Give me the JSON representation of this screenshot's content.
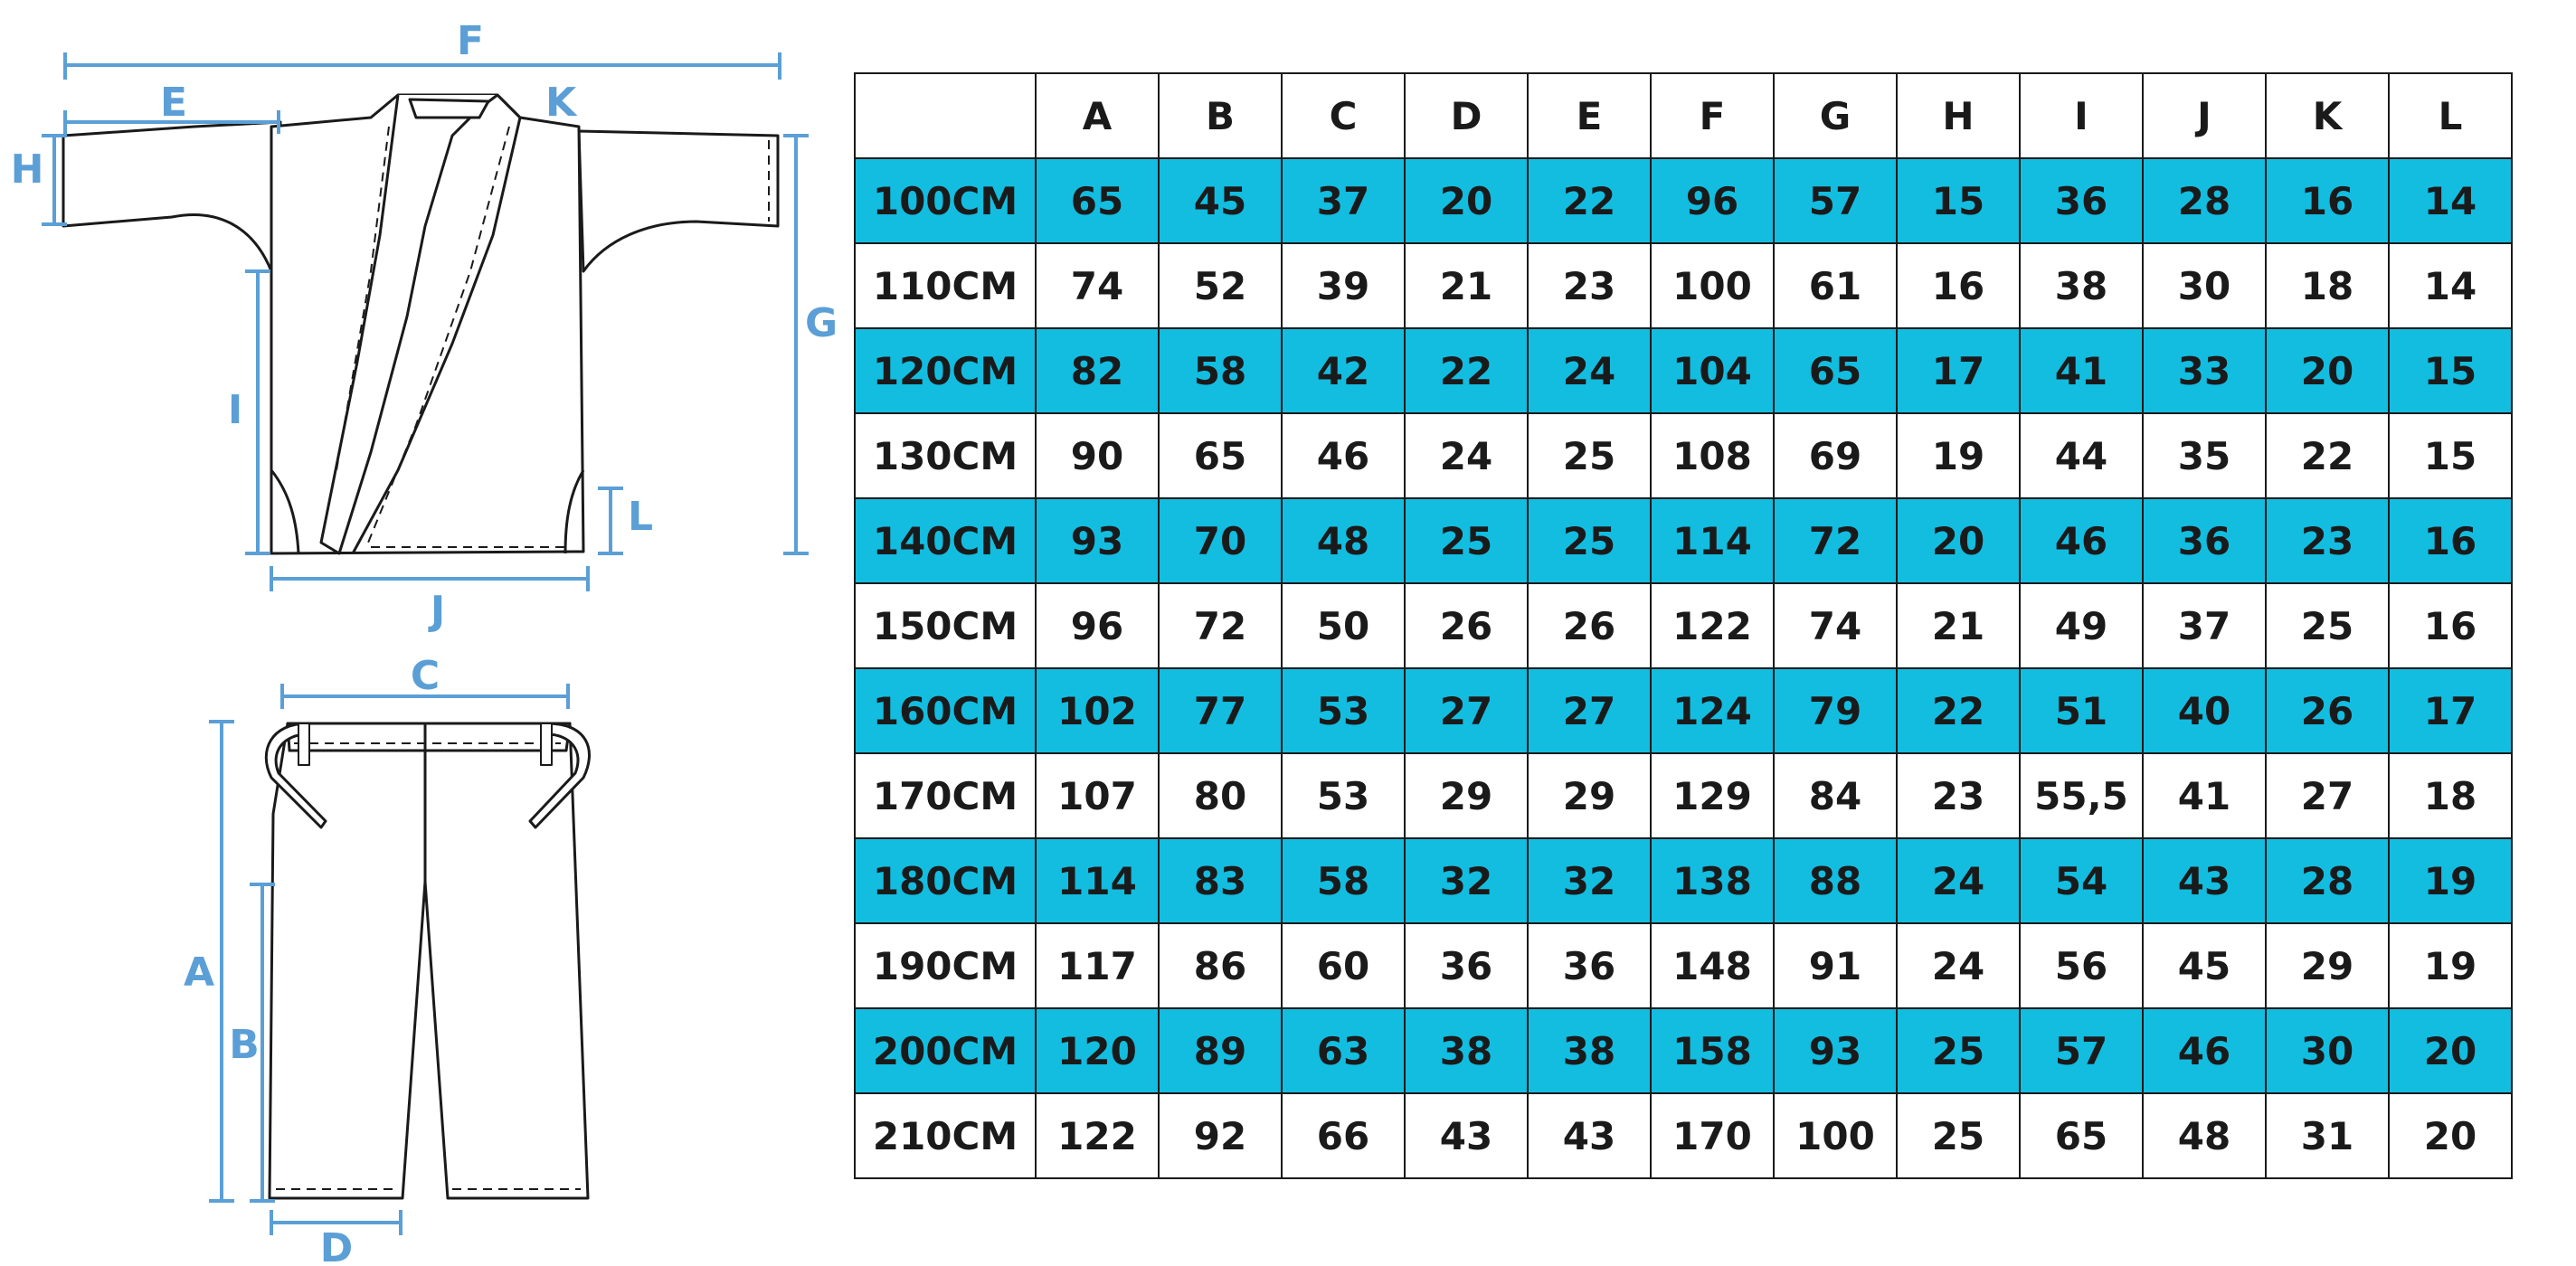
{
  "diagram": {
    "labels": {
      "A": "A",
      "B": "B",
      "C": "C",
      "D": "D",
      "E": "E",
      "F": "F",
      "G": "G",
      "H": "H",
      "I": "I",
      "J": "J",
      "K": "K",
      "L": "L"
    },
    "line_color": "#5b9fd6"
  },
  "table": {
    "headers": [
      "",
      "A",
      "B",
      "C",
      "D",
      "E",
      "F",
      "G",
      "H",
      "I",
      "J",
      "K",
      "L"
    ],
    "rows": [
      [
        "100CM",
        "65",
        "45",
        "37",
        "20",
        "22",
        "96",
        "57",
        "15",
        "36",
        "28",
        "16",
        "14"
      ],
      [
        "110CM",
        "74",
        "52",
        "39",
        "21",
        "23",
        "100",
        "61",
        "16",
        "38",
        "30",
        "18",
        "14"
      ],
      [
        "120CM",
        "82",
        "58",
        "42",
        "22",
        "24",
        "104",
        "65",
        "17",
        "41",
        "33",
        "20",
        "15"
      ],
      [
        "130CM",
        "90",
        "65",
        "46",
        "24",
        "25",
        "108",
        "69",
        "19",
        "44",
        "35",
        "22",
        "15"
      ],
      [
        "140CM",
        "93",
        "70",
        "48",
        "25",
        "25",
        "114",
        "72",
        "20",
        "46",
        "36",
        "23",
        "16"
      ],
      [
        "150CM",
        "96",
        "72",
        "50",
        "26",
        "26",
        "122",
        "74",
        "21",
        "49",
        "37",
        "25",
        "16"
      ],
      [
        "160CM",
        "102",
        "77",
        "53",
        "27",
        "27",
        "124",
        "79",
        "22",
        "51",
        "40",
        "26",
        "17"
      ],
      [
        "170CM",
        "107",
        "80",
        "53",
        "29",
        "29",
        "129",
        "84",
        "23",
        "55,5",
        "41",
        "27",
        "18"
      ],
      [
        "180CM",
        "114",
        "83",
        "58",
        "32",
        "32",
        "138",
        "88",
        "24",
        "54",
        "43",
        "28",
        "19"
      ],
      [
        "190CM",
        "117",
        "86",
        "60",
        "36",
        "36",
        "148",
        "91",
        "24",
        "56",
        "45",
        "29",
        "19"
      ],
      [
        "200CM",
        "120",
        "89",
        "63",
        "38",
        "38",
        "158",
        "93",
        "25",
        "57",
        "46",
        "30",
        "20"
      ],
      [
        "210CM",
        "122",
        "92",
        "66",
        "43",
        "43",
        "170",
        "100",
        "25",
        "65",
        "48",
        "31",
        "20"
      ]
    ],
    "shaded_color": "#12bde0",
    "border_color": "#1a1a1a"
  }
}
